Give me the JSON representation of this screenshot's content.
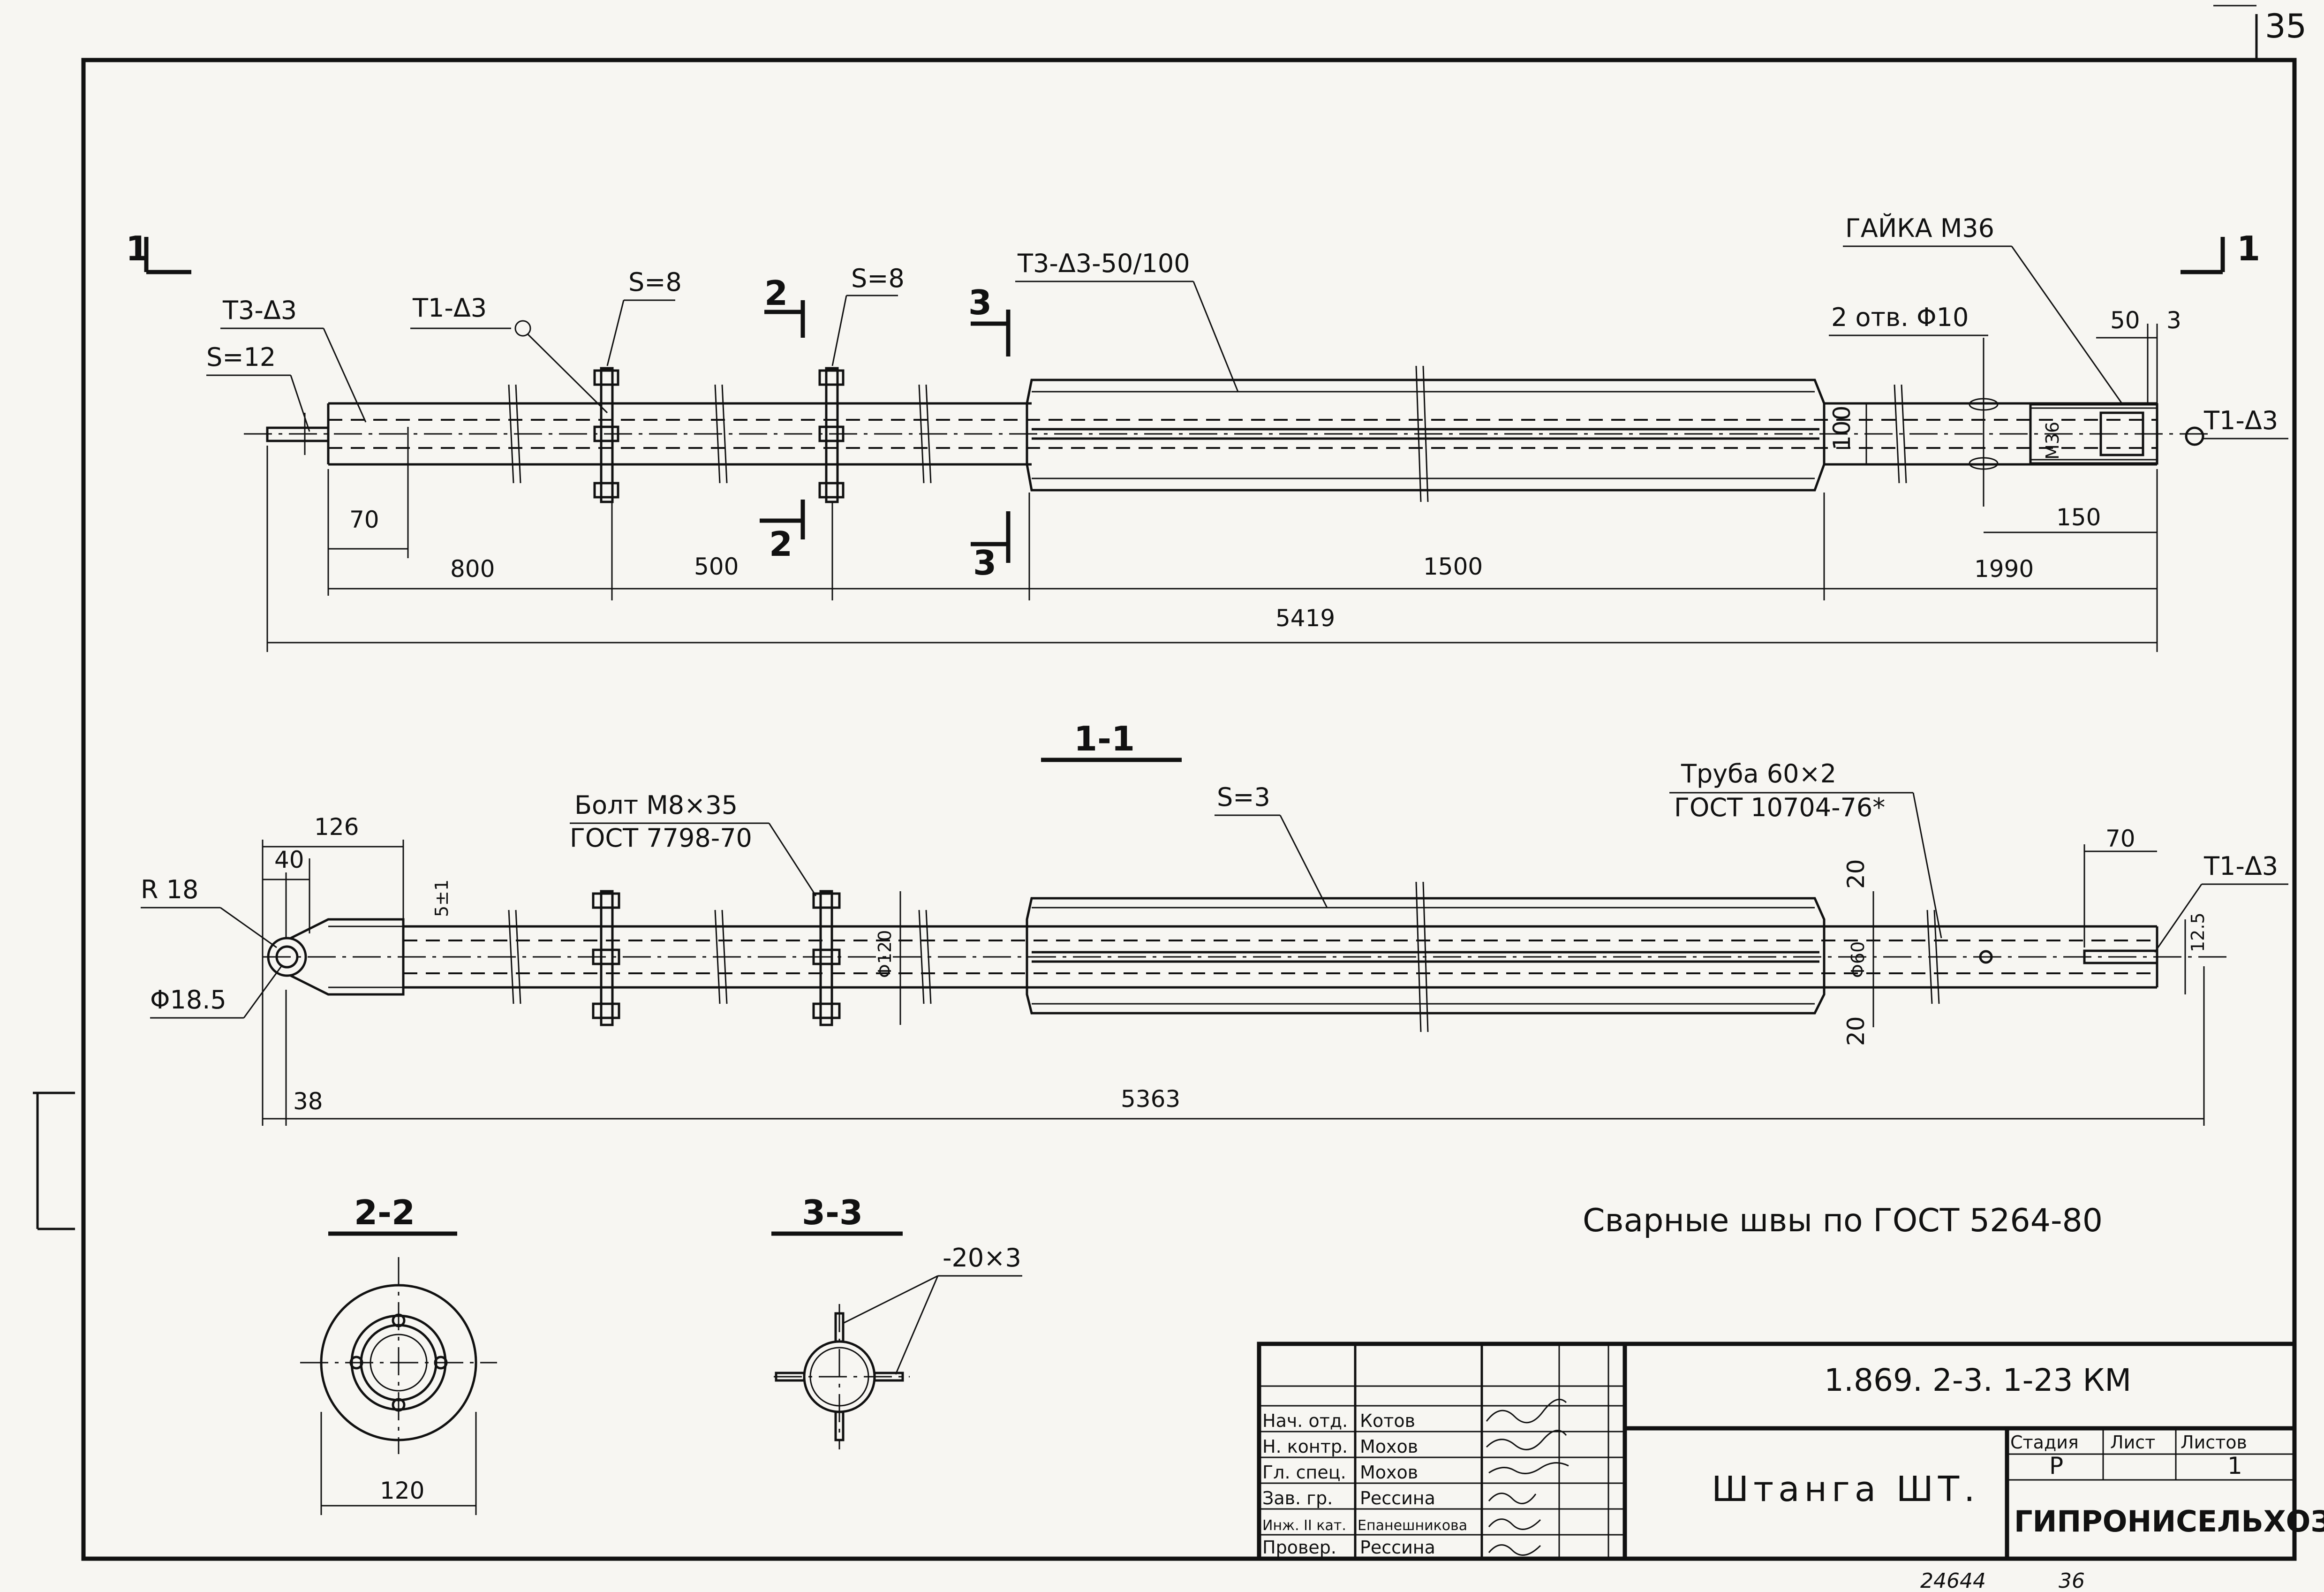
{
  "sheet": {
    "number": "35",
    "bottom_codes": [
      "24644",
      "36"
    ]
  },
  "section_marks": {
    "s1": "1",
    "s2": "2",
    "s3": "3"
  },
  "view_titles": {
    "section_1_1": "1-1",
    "section_2_2": "2-2",
    "section_3_3": "3-3"
  },
  "top_view": {
    "callouts": {
      "t3_d3": "Т3-Δ3",
      "s12": "S=12",
      "t1_d3_left": "Т1-Δ3",
      "s8_a": "S=8",
      "s8_b": "S=8",
      "t3_d3_50_100": "Т3-Δ3-50/100",
      "nut": "ГАЙКА М36",
      "holes": "2 отв. Φ10",
      "t1_d3_right": "Т1-Δ3",
      "m36": "М36"
    },
    "dims": {
      "d70": "70",
      "d800": "800",
      "d500": "500",
      "d1500": "1500",
      "d1990": "1990",
      "d5419": "5419",
      "d100": "100",
      "d150": "150",
      "d50": "50",
      "d3": "3"
    }
  },
  "section_view": {
    "callouts": {
      "bolt": "Болт М8×35",
      "bolt_gost": "ГОСТ 7798-70",
      "s3": "S=3",
      "pipe": "Труба 60×2",
      "pipe_gost": "ГОСТ 10704-76*",
      "t1_d3": "Т1-Δ3",
      "r18": "R 18",
      "phi185": "Φ18.5"
    },
    "dims": {
      "d126": "126",
      "d40": "40",
      "d5pm1": "5±1",
      "d38": "38",
      "d5363": "5363",
      "d70": "70",
      "d20a": "20",
      "d20b": "20",
      "phi120": "Φ120",
      "phi60": "Φ60",
      "d12_5": "12.5"
    }
  },
  "detail_2_2": {
    "dim": "120"
  },
  "detail_3_3": {
    "callout": "-20×3"
  },
  "note": "Сварные швы по ГОСТ 5264-80",
  "title_block": {
    "code": "1.869. 2-3. 1-23 КМ",
    "title": "Штанга ШТ.",
    "org": "ГИПРОНИСЕЛЬХОЗ",
    "stage_header": "Стадия",
    "sheet_header": "Лист",
    "sheets_header": "Листов",
    "stage": "Р",
    "sheets": "1",
    "people": [
      {
        "role": "Нач. отд.",
        "name": "Котов"
      },
      {
        "role": "Н. контр.",
        "name": "Мохов"
      },
      {
        "role": "Гл. спец.",
        "name": "Мохов"
      },
      {
        "role": "Зав. гр.",
        "name": "Рессина"
      },
      {
        "role": "Инж. II кат.",
        "name": "Епанешникова"
      },
      {
        "role": "Провер.",
        "name": "Рессина"
      }
    ]
  }
}
